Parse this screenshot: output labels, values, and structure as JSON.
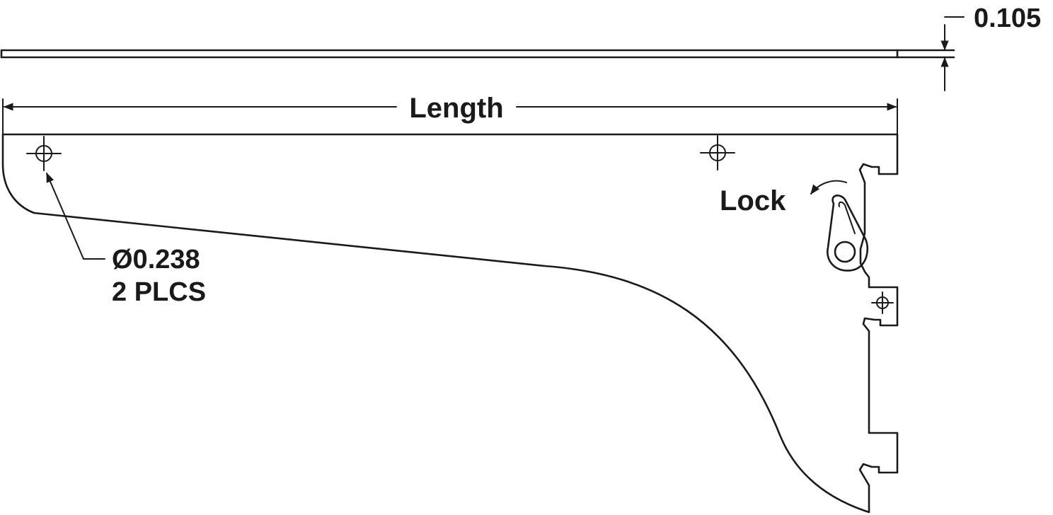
{
  "diagram": {
    "thickness_label": "0.105",
    "length_label": "Length",
    "lock_label": "Lock",
    "hole_diameter_label": "Ø0.238",
    "hole_count_label": "2 PLCS"
  },
  "colors": {
    "line": "#1a1a1a",
    "background": "#ffffff"
  }
}
